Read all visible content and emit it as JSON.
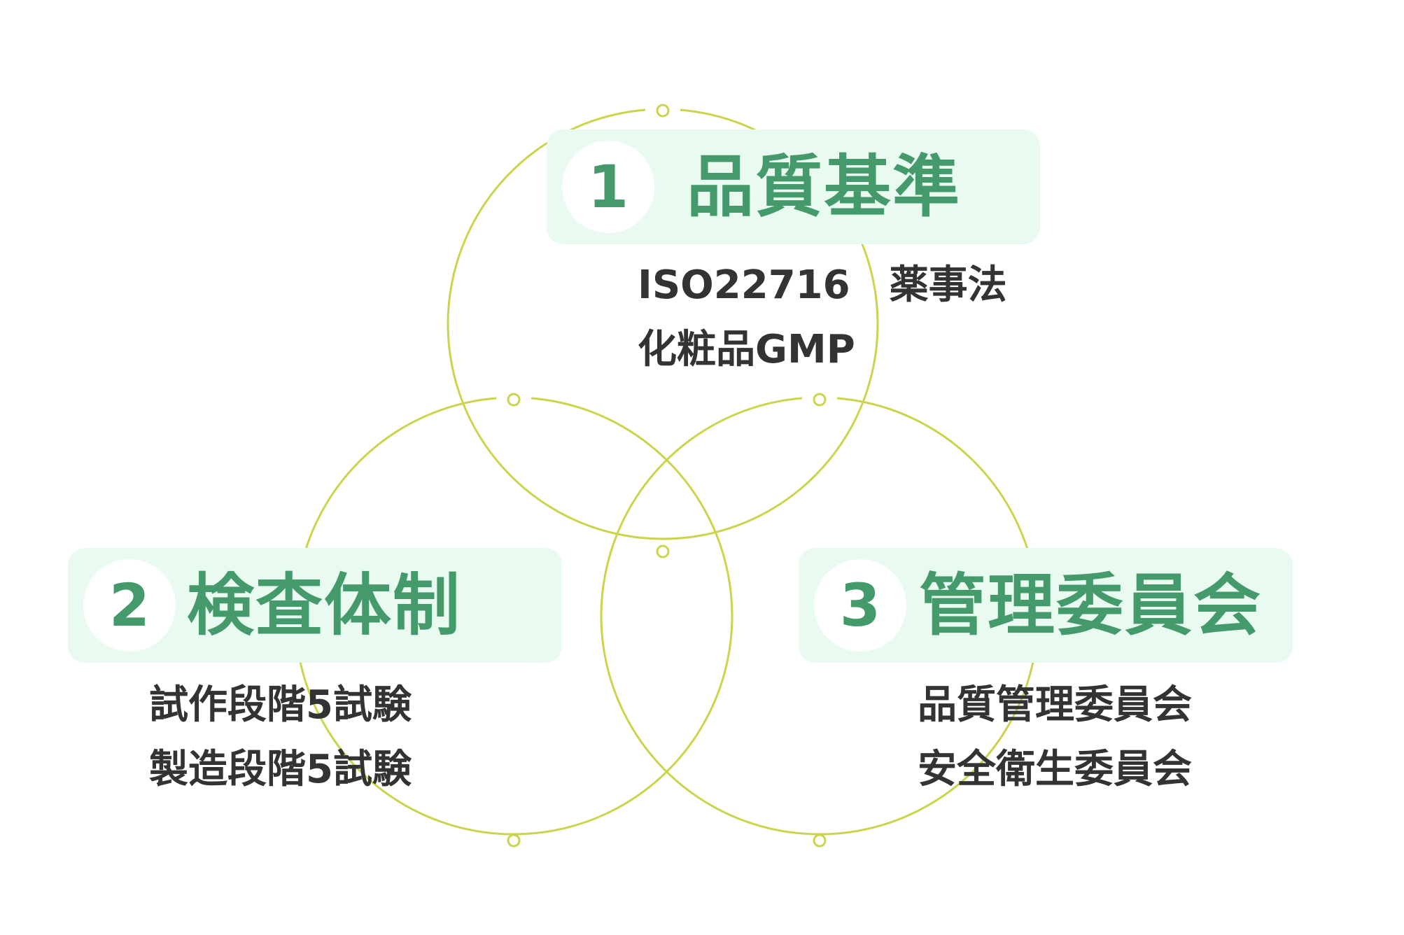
{
  "colors": {
    "circle_stroke": "#cbd44c",
    "title_bg": "#e9faf1",
    "title_text": "#459a6c",
    "body_text": "#333333"
  },
  "sections": [
    {
      "number": "1",
      "title": "品質基準",
      "items": [
        "ISO22716　薬事法",
        "化粧品GMP"
      ]
    },
    {
      "number": "2",
      "title": "検査体制",
      "items": [
        "試作段階5試験",
        "製造段階5試験"
      ]
    },
    {
      "number": "3",
      "title": "管理委員会",
      "items": [
        "品質管理委員会",
        "安全衛生委員会"
      ]
    }
  ]
}
